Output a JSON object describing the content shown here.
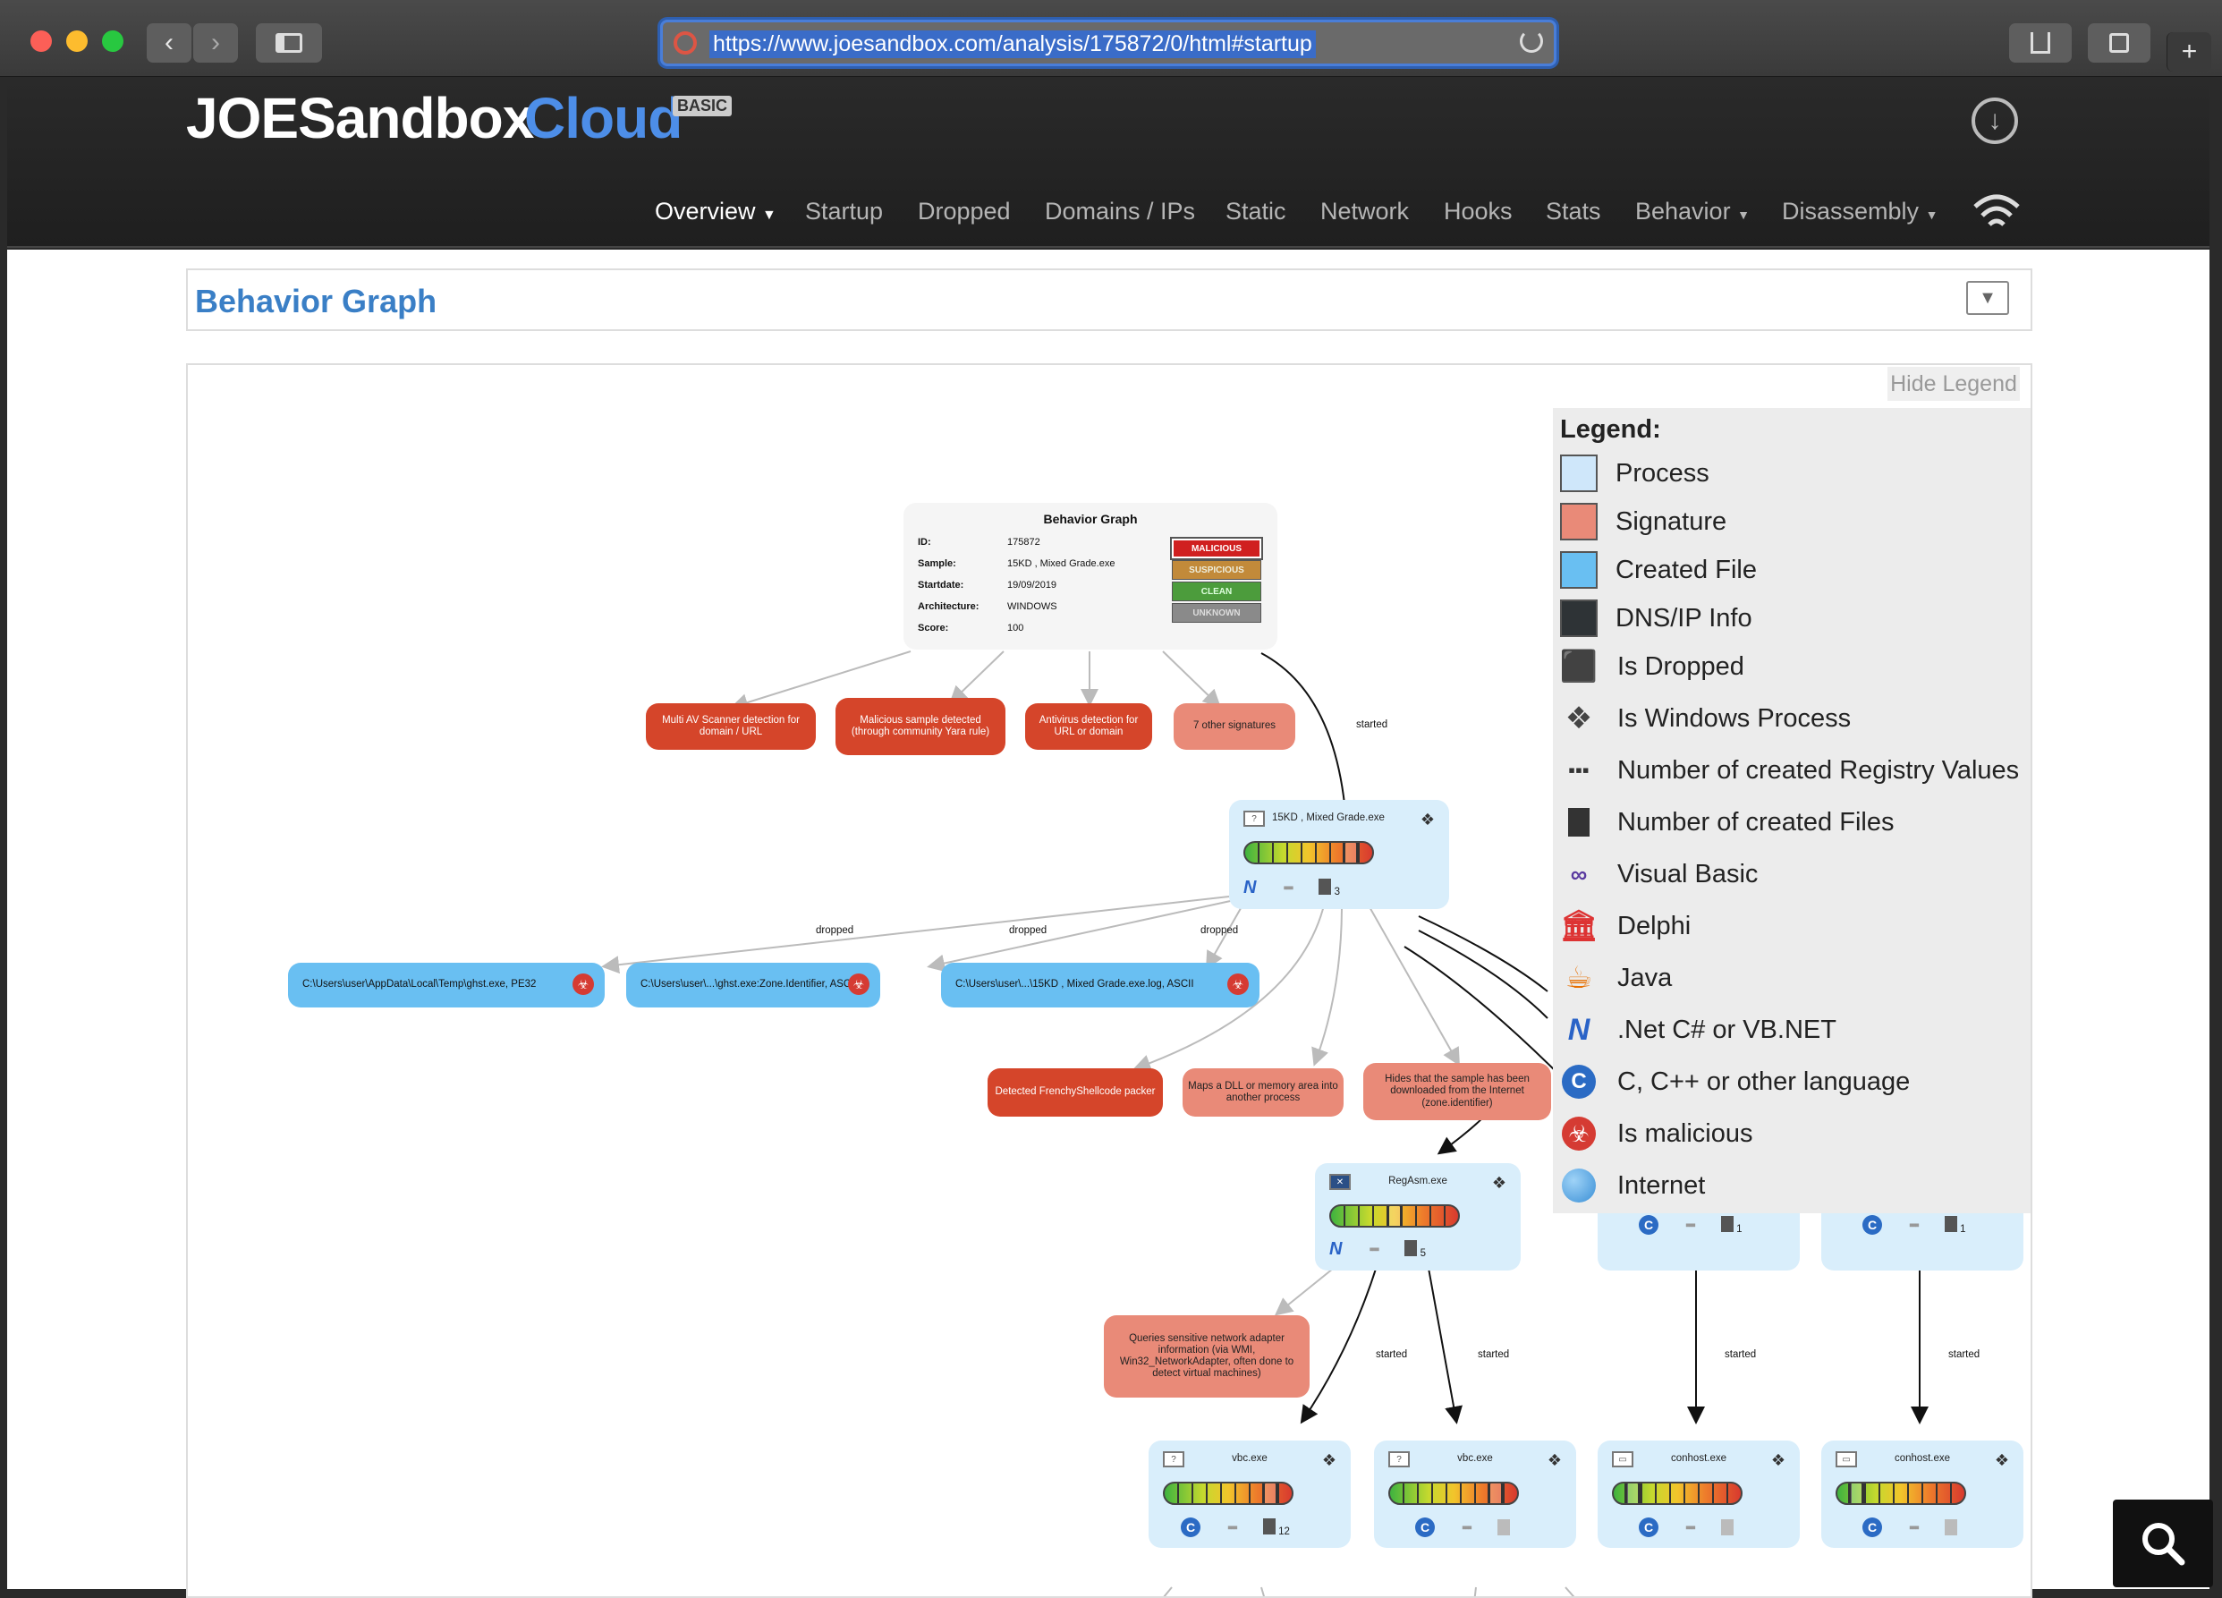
{
  "browser": {
    "url": "https://www.joesandbox.com/analysis/175872/0/html#startup",
    "back_glyph": "‹",
    "forward_glyph": "›",
    "new_tab_glyph": "+"
  },
  "site": {
    "logo_part1": "JOESandbox",
    "logo_part2": "Cloud",
    "logo_badge": "BASIC",
    "nav": [
      {
        "label": "Overview",
        "active": true
      },
      {
        "label": "Startup"
      },
      {
        "label": "Dropped"
      },
      {
        "label": "Domains / IPs"
      },
      {
        "label": "Static"
      },
      {
        "label": "Network"
      },
      {
        "label": "Hooks"
      },
      {
        "label": "Stats"
      },
      {
        "label": "Behavior"
      },
      {
        "label": "Disassembly"
      }
    ]
  },
  "panel": {
    "title": "Behavior Graph"
  },
  "graph": {
    "hide_legend": "Hide Legend",
    "legend": {
      "title": "Legend:",
      "items": [
        {
          "label": "Process",
          "color": "#cfe7fa",
          "icon": "process-swatch"
        },
        {
          "label": "Signature",
          "color": "#e98a78",
          "icon": "signature-swatch"
        },
        {
          "label": "Created File",
          "color": "#69bff2",
          "icon": "created-file-swatch"
        },
        {
          "label": "DNS/IP Info",
          "color": "#2e3336",
          "icon": "dns-swatch"
        },
        {
          "label": "Is Dropped",
          "icon": "dropped-icon"
        },
        {
          "label": "Is Windows Process",
          "icon": "windows-icon"
        },
        {
          "label": "Number of created Registry Values",
          "icon": "registry-icon"
        },
        {
          "label": "Number of created Files",
          "icon": "file-icon"
        },
        {
          "label": "Visual Basic",
          "icon": "visual-basic-icon"
        },
        {
          "label": "Delphi",
          "icon": "delphi-icon"
        },
        {
          "label": "Java",
          "icon": "java-icon"
        },
        {
          "label": ".Net C# or VB.NET",
          "icon": "dotnet-icon"
        },
        {
          "label": "C, C++ or other language",
          "icon": "c-icon"
        },
        {
          "label": "Is malicious",
          "icon": "biohazard-icon"
        },
        {
          "label": "Internet",
          "icon": "globe-icon"
        }
      ]
    },
    "info": {
      "heading": "Behavior Graph",
      "id_label": "ID:",
      "id": "175872",
      "sample_label": "Sample:",
      "sample": "15KD , Mixed Grade.exe",
      "startdate_label": "Startdate:",
      "startdate": "19/09/2019",
      "arch_label": "Architecture:",
      "arch": "WINDOWS",
      "score_label": "Score:",
      "score": "100",
      "verdicts": [
        "MALICIOUS",
        "SUSPICIOUS",
        "CLEAN",
        "UNKNOWN"
      ]
    },
    "signatures": [
      "Multi AV Scanner detection for domain / URL",
      "Malicious sample detected (through community Yara rule)",
      "Antivirus detection for URL or domain",
      "7 other signatures",
      "Detected FrenchyShellcode packer",
      "Maps a DLL or memory area into another process",
      "Hides that the sample has been downloaded from the Internet (zone.identifier)",
      "Queries sensitive network adapter information (via WMI, Win32_NetworkAdapter, often done to detect virtual machines)"
    ],
    "files": [
      "C:\\Users\\user\\AppData\\Local\\Temp\\ghst.exe, PE32",
      "C:\\Users\\user\\...\\ghst.exe:Zone.Identifier, ASCII",
      "C:\\Users\\user\\...\\15KD , Mixed Grade.exe.log, ASCII"
    ],
    "edge_labels": {
      "started": "started",
      "dropped": "dropped"
    },
    "processes": [
      {
        "name": "15KD , Mixed Grade.exe",
        "files": "3",
        "score": 0.88
      },
      {
        "name": "RegAsm.exe",
        "files": "5",
        "score": 0.5
      },
      {
        "name": "vbc.exe",
        "files": "12",
        "score": 0.88
      },
      {
        "name": "vbc.exe",
        "files": "",
        "score": 0.88
      },
      {
        "name": "conhost.exe",
        "files": "",
        "score": 0.1
      },
      {
        "name": "conhost.exe",
        "files": "",
        "score": 0.1
      },
      {
        "name": "",
        "files": "1",
        "score": 0.1
      },
      {
        "name": "",
        "files": "1",
        "score": 0.1
      }
    ]
  }
}
